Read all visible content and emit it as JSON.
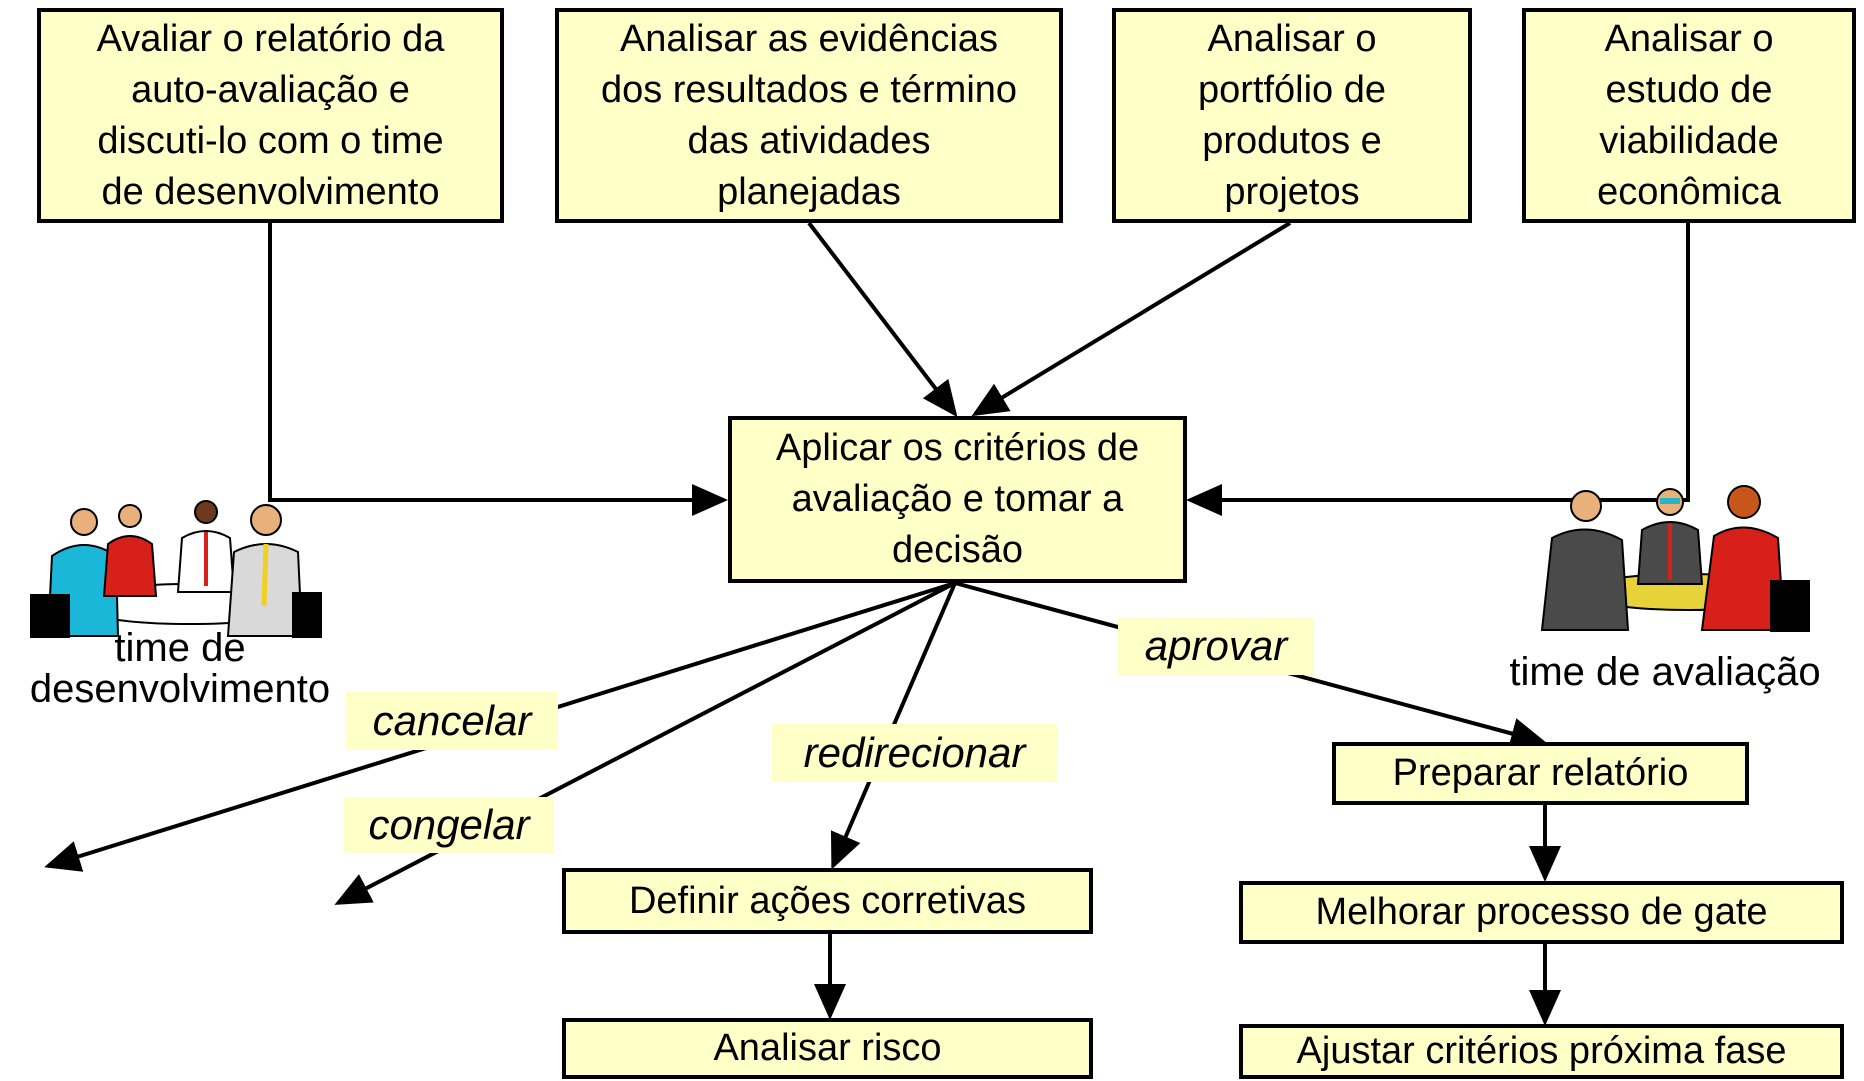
{
  "top_boxes": {
    "auto_avaliacao": "Avaliar o relatório da\nauto-avaliação e\ndiscuti-lo com o time\nde desenvolvimento",
    "evidencias": "Analisar as evidências\ndos resultados e término\ndas atividades\nplanejadas",
    "portfolio": "Analisar o\nportfólio de\nprodutos e\nprojetos",
    "viabilidade": "Analisar o\nestudo de\nviabilidade\neconômica"
  },
  "center_box": "Aplicar os critérios de\navaliação e tomar a\ndecisão",
  "decisions": {
    "cancelar": "cancelar",
    "congelar": "congelar",
    "redirecionar": "redirecionar",
    "aprovar": "aprovar"
  },
  "redirect_steps": [
    "Definir ações corretivas",
    "Analisar risco"
  ],
  "approve_steps": [
    "Preparar relatório",
    "Melhorar processo de gate",
    "Ajustar critérios próxima fase"
  ],
  "teams": {
    "desenvolvimento": "time de\ndesenvolvimento",
    "avaliacao": "time de avaliação"
  },
  "colors": {
    "box_fill": "#ffffc8",
    "stroke": "#000000"
  }
}
